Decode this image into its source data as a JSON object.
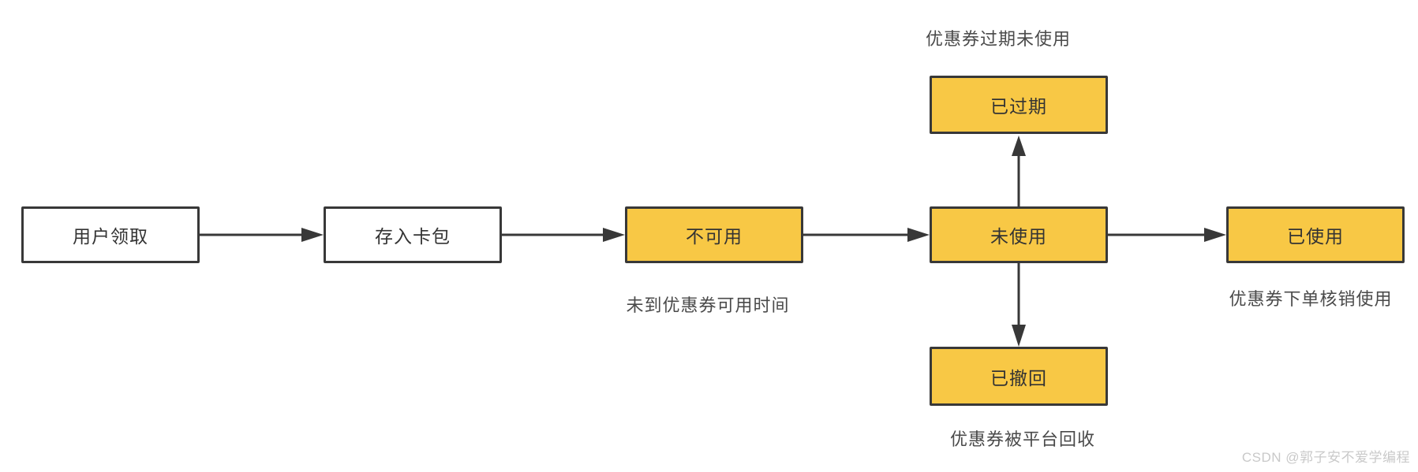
{
  "diagram": {
    "title_hint": "coupon-lifecycle-flowchart",
    "nodes": [
      {
        "id": "claim",
        "label": "用户领取",
        "style": "plain"
      },
      {
        "id": "wallet",
        "label": "存入卡包",
        "style": "plain"
      },
      {
        "id": "unavail",
        "label": "不可用",
        "style": "highlight"
      },
      {
        "id": "unused",
        "label": "未使用",
        "style": "highlight"
      },
      {
        "id": "used",
        "label": "已使用",
        "style": "highlight"
      },
      {
        "id": "expired",
        "label": "已过期",
        "style": "highlight"
      },
      {
        "id": "revoked",
        "label": "已撤回",
        "style": "highlight"
      }
    ],
    "annotations": [
      {
        "id": "expired-note",
        "text": "优惠券过期未使用"
      },
      {
        "id": "unavail-note",
        "text": "未到优惠券可用时间"
      },
      {
        "id": "used-note",
        "text": "优惠券下单核销使用"
      },
      {
        "id": "revoked-note",
        "text": "优惠券被平台回收"
      }
    ],
    "edges": [
      {
        "from": "claim",
        "to": "wallet"
      },
      {
        "from": "wallet",
        "to": "unavail"
      },
      {
        "from": "unavail",
        "to": "unused"
      },
      {
        "from": "unused",
        "to": "used"
      },
      {
        "from": "unused",
        "to": "expired"
      },
      {
        "from": "unused",
        "to": "revoked"
      }
    ],
    "colors": {
      "highlight_fill": "#F8C845",
      "border": "#383838",
      "node_text": "#333333",
      "annotation_text": "#4A4A4A",
      "watermark_text": "#C9C9C9"
    },
    "watermark": "CSDN @郭子安不爱学编程"
  }
}
